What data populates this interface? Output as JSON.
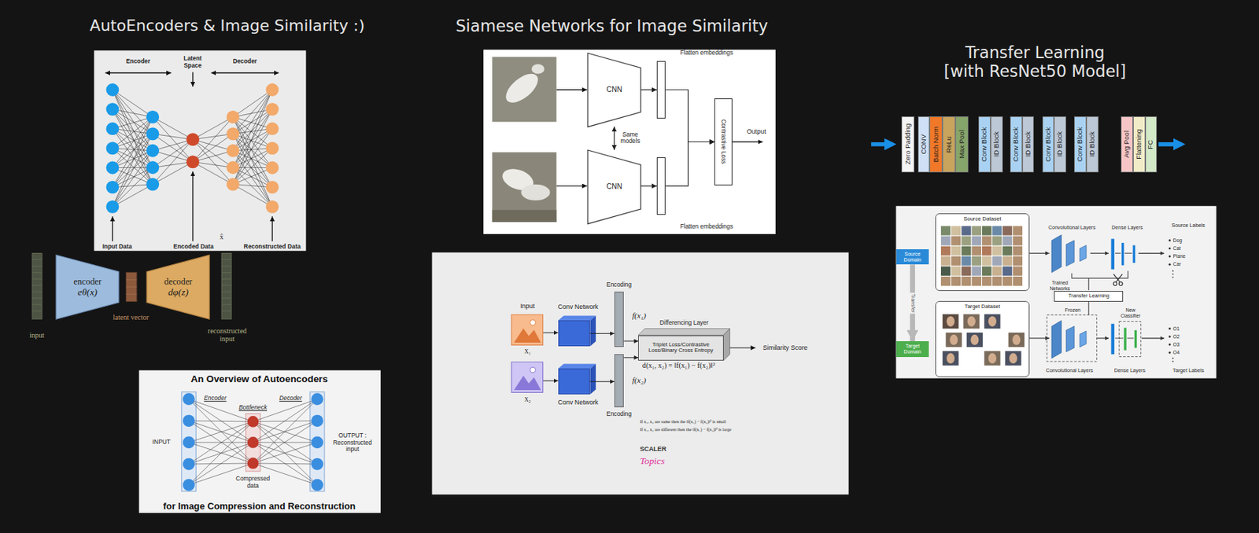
{
  "diagram": {
    "nodes": [
      {
        "text": [
          "encoder",
          "eθ(x)"
        ]
      },
      {
        "text": [
          "decoder",
          "dφ(z)"
        ]
      },
      {
        "text": [
          "CNN"
        ]
      },
      {
        "text": [
          "CNN"
        ]
      },
      {
        "text": [
          "Flatten embeddings"
        ]
      },
      {
        "text": [
          "Flatten embeddings"
        ]
      },
      {
        "text": [
          "Contrastive Loss"
        ]
      },
      {
        "text": [
          "X₁"
        ]
      },
      {
        "text": [
          "X₂"
        ]
      },
      {
        "text": [
          "Conv Network"
        ]
      },
      {
        "text": [
          "Conv Network"
        ]
      },
      {
        "text": [
          "Encoding",
          "f(x₁)"
        ]
      },
      {
        "text": [
          "Encoding",
          "f(x₂)"
        ]
      },
      {
        "text": [
          "Differencing Layer",
          "Triplet Loss/Contrastive Loss/Binary Cross Entropy"
        ]
      },
      {
        "text": [
          "Zero Padding"
        ]
      },
      {
        "text": [
          "CONV"
        ]
      },
      {
        "text": [
          "Batch Norm"
        ]
      },
      {
        "text": [
          "ReLu"
        ]
      },
      {
        "text": [
          "Max Pool"
        ]
      },
      {
        "text": [
          "Conv Block"
        ]
      },
      {
        "text": [
          "ID Block"
        ]
      },
      {
        "text": [
          "Conv Block"
        ]
      },
      {
        "text": [
          "ID Block"
        ]
      },
      {
        "text": [
          "Conv Block"
        ]
      },
      {
        "text": [
          "ID Block"
        ]
      },
      {
        "text": [
          "Conv Block"
        ]
      },
      {
        "text": [
          "ID Block"
        ]
      },
      {
        "text": [
          "Avg Pool"
        ]
      },
      {
        "text": [
          "Flattening"
        ]
      },
      {
        "text": [
          "FC"
        ]
      },
      {
        "text": [
          "Source Domain"
        ]
      },
      {
        "text": [
          "Target Domain"
        ]
      },
      {
        "text": [
          "Source Dataset"
        ]
      },
      {
        "text": [
          "Target Dataset"
        ]
      },
      {
        "text": [
          "Transfer Learning"
        ]
      }
    ],
    "edges": [
      {
        "from": 2,
        "to": 3,
        "arrow": "both",
        "label": "Same models"
      },
      {
        "from": 2,
        "to": 4,
        "arrow": "to"
      },
      {
        "from": 3,
        "to": 5,
        "arrow": "to"
      },
      {
        "from": 4,
        "to": 6,
        "arrow": "to"
      },
      {
        "from": 5,
        "to": 6,
        "arrow": "to"
      },
      {
        "from": 7,
        "to": 9,
        "arrow": "to"
      },
      {
        "from": 9,
        "to": 11,
        "arrow": "to"
      },
      {
        "from": 11,
        "to": 13,
        "arrow": "to"
      },
      {
        "from": 8,
        "to": 10,
        "arrow": "to"
      },
      {
        "from": 10,
        "to": 12,
        "arrow": "to"
      },
      {
        "from": 12,
        "to": 13,
        "arrow": "to"
      },
      {
        "from": 30,
        "to": 31,
        "arrow": "to",
        "label": "Transfer"
      }
    ],
    "labels": [
      "AutoEncoders & Image Similarity :)",
      "Siamese Networks for Image Similarity",
      "Transfer Learning [with ResNet50 Model]",
      "Encoder",
      "Latent Space",
      "Decoder",
      "Input Data",
      "Encoded Data",
      "x̂",
      "Reconstructed Data",
      "input",
      "latent vector",
      "reconstructed input",
      "An Overview of Autoencoders",
      "Encoder",
      "Bottleneck",
      "Decoder",
      "INPUT",
      "OUTPUT : Reconstructed input",
      "Compressed data",
      "for Image Compression and Reconstruction",
      "Output",
      "Input",
      "Similarity Score",
      "d(x₁, x₂) = ‖f(x₁) − f(x₂)‖²",
      "If x₁, x₂ are same then the ‖f(x₁) − f(x₂)‖² is small",
      "If x₁, x₂ are different then the ‖f(x₁) − f(x₂)‖² is large",
      "SCALER",
      "Topics",
      "Convolutional Layers",
      "Dense Layers",
      "Source Labels",
      "Dog",
      "Cat",
      "Plane",
      "Car",
      "Trained Networks",
      "Frozen",
      "New Classifier",
      "O1",
      "O2",
      "O3",
      "O4",
      "Convolutional Layers",
      "Dense Layers",
      "Target Labels"
    ]
  }
}
